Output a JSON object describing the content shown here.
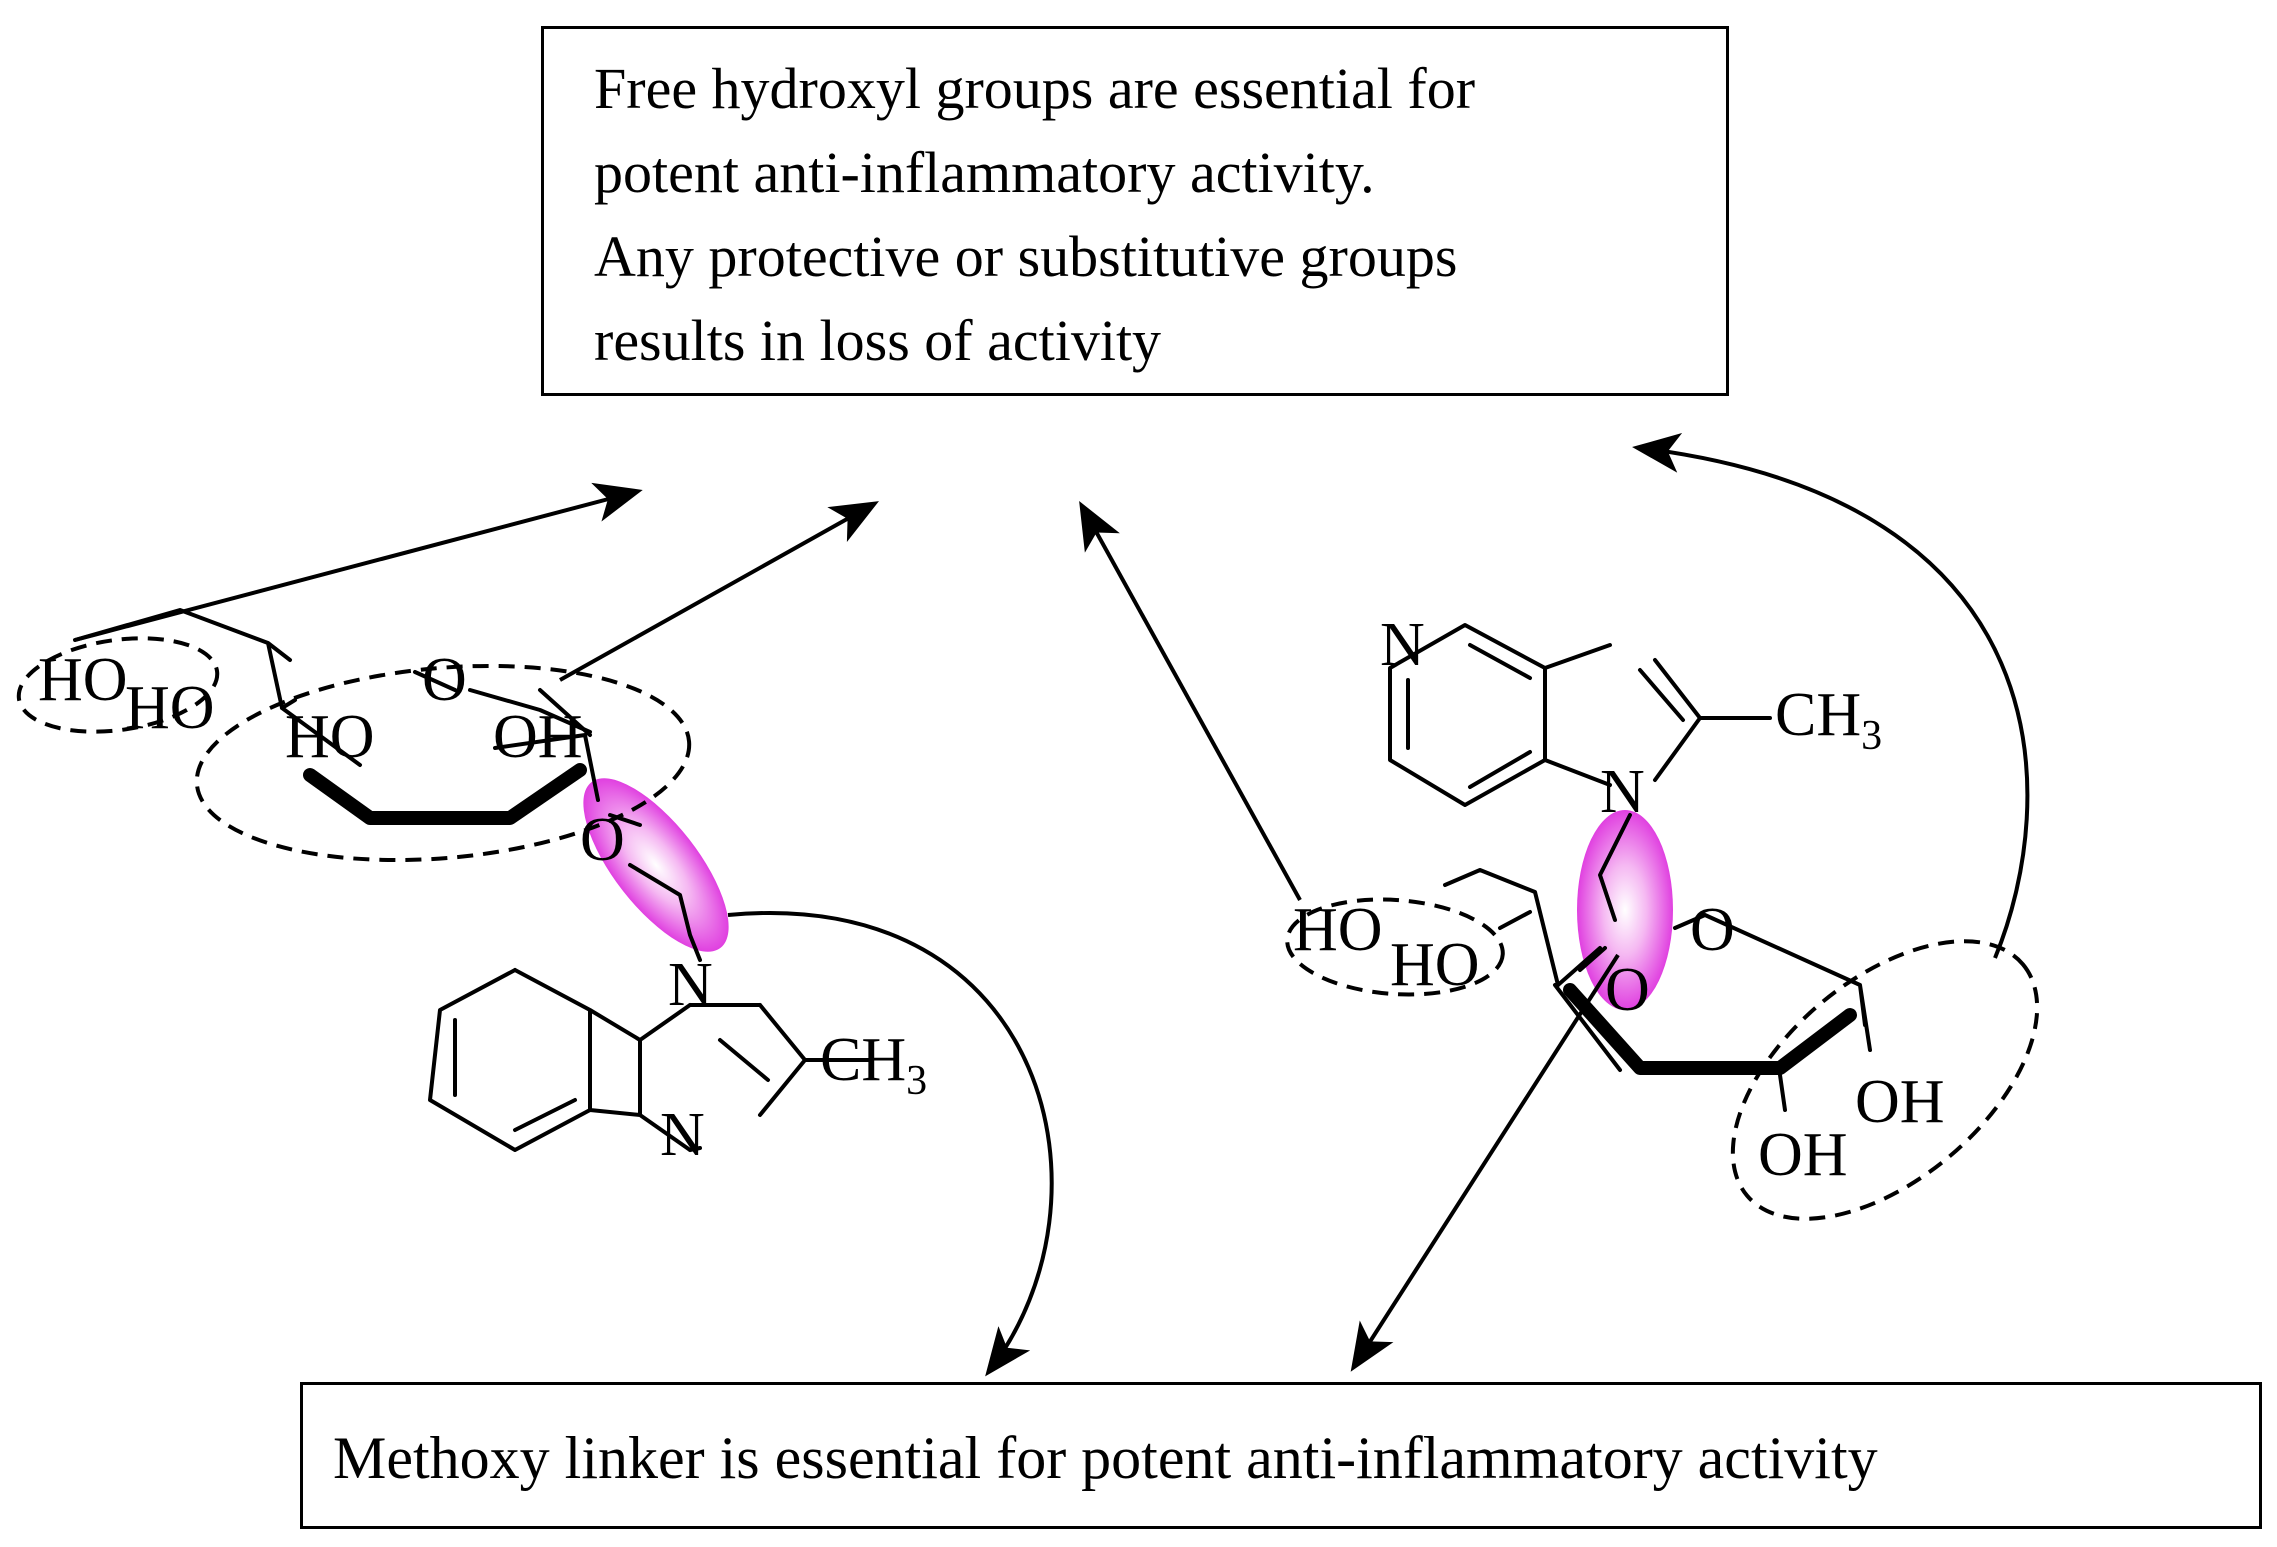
{
  "top_note": {
    "lines": [
      "Free hydroxyl groups are essential for",
      "potent anti-inflammatory activity.",
      "Any protective or substitutive groups",
      "results in loss of activity"
    ]
  },
  "bottom_note": {
    "text": "Methoxy linker is essential for potent anti-inflammatory activity"
  },
  "left_molecule": {
    "labels": {
      "ho1": "HO",
      "ho2": "HO",
      "ho3": "HO",
      "oh1": "OH",
      "ring_o": "O",
      "linker_o": "O",
      "n1": "N",
      "n2": "N",
      "ch": "CH",
      "ch_sub": "3"
    }
  },
  "right_molecule": {
    "labels": {
      "n_top": "N",
      "n_bottom": "N",
      "ch": "CH",
      "ch_sub": "3",
      "ho1": "HO",
      "ho2": "HO",
      "ring_o": "O",
      "linker_o": "O",
      "oh1": "OH",
      "oh2": "OH"
    }
  },
  "colors": {
    "highlight": "#e040e0",
    "line": "#000000",
    "background": "#ffffff"
  }
}
